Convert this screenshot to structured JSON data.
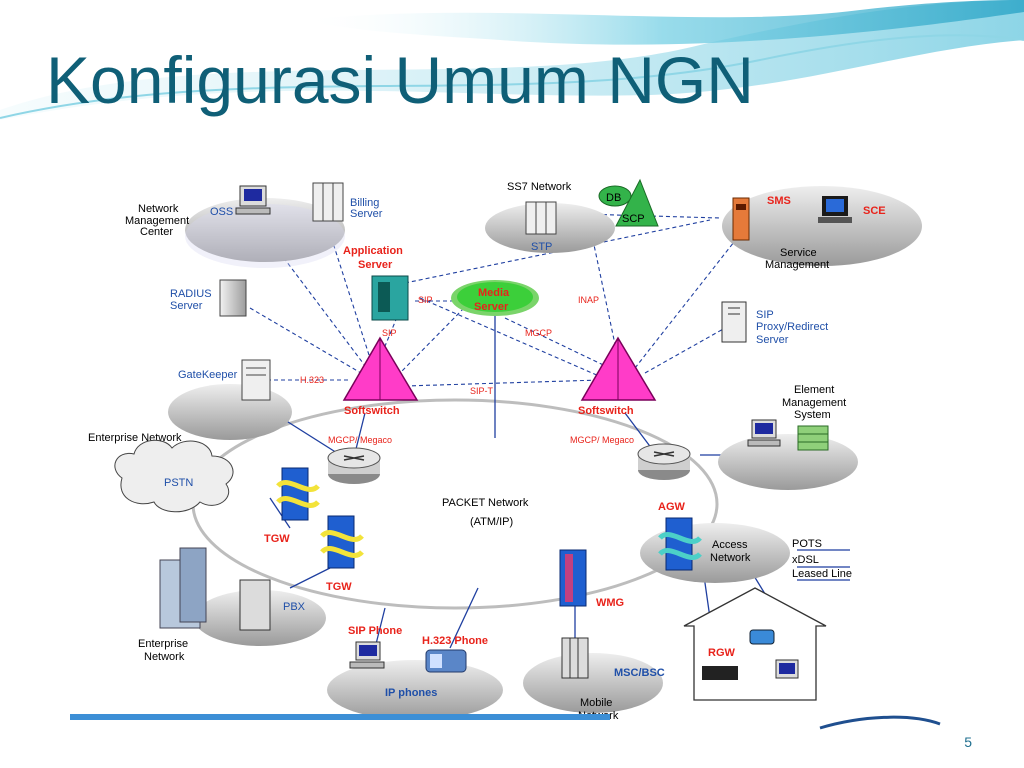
{
  "slide": {
    "title": "Konfigurasi Umum NGN",
    "page_number": "5"
  },
  "diagram": {
    "central_network": {
      "line1": "PACKET Network",
      "line2": "(ATM/IP)"
    },
    "nmc": {
      "line1": "Network",
      "line2": "Management",
      "line3": "Center",
      "oss": "OSS",
      "billing1": "Billing",
      "billing2": "Server"
    },
    "ss7": {
      "title": "SS7 Network",
      "stp": "STP",
      "db": "DB",
      "scp": "SCP"
    },
    "service_mgmt": {
      "sms": "SMS",
      "sce": "SCE",
      "line1": "Service",
      "line2": "Management"
    },
    "app_server": {
      "line1": "Application",
      "line2": "Server"
    },
    "media_server": {
      "line1": "Media",
      "line2": "Server"
    },
    "radius": {
      "line1": "RADIUS",
      "line2": "Server"
    },
    "sip_proxy": {
      "line1": "SIP",
      "line2": "Proxy/Redirect",
      "line3": "Server"
    },
    "gatekeeper": "GateKeeper",
    "enterprise_top": "Enterprise Network",
    "softswitch": "Softswitch",
    "ems": {
      "line1": "Element",
      "line2": "Management",
      "line3": "System"
    },
    "pstn": "PSTN",
    "tgw": "TGW",
    "agw": "AGW",
    "access": {
      "line1": "Access",
      "line2": "Network",
      "pots": "POTS",
      "xdsl": "xDSL",
      "leased": "Leased Line"
    },
    "enterprise_bottom": {
      "line1": "Enterprise",
      "line2": "Network",
      "pbx": "PBX"
    },
    "wmg": "WMG",
    "msc": "MSC/BSC",
    "mobile": {
      "line1": "Mobile",
      "line2": "Network"
    },
    "sip_phone": "SIP Phone",
    "h323_phone": "H.323 Phone",
    "ip_phones": "IP phones",
    "rgw": "RGW",
    "protocols": {
      "sip_a": "SIP",
      "sip_b": "SIP",
      "h323": "H.323",
      "sip_t": "SIP-T",
      "mgcp": "MGCP",
      "inap": "INAP",
      "mgcp_megaco_l": "MGCP/ Megaco",
      "mgcp_megaco_r": "MGCP/ Megaco"
    }
  },
  "colors": {
    "title": "#0f5f77",
    "accent_blue": "#1f4fa8",
    "accent_red": "#e8231b",
    "softswitch": "#ff3cc8",
    "media_server": "#33cc33"
  }
}
